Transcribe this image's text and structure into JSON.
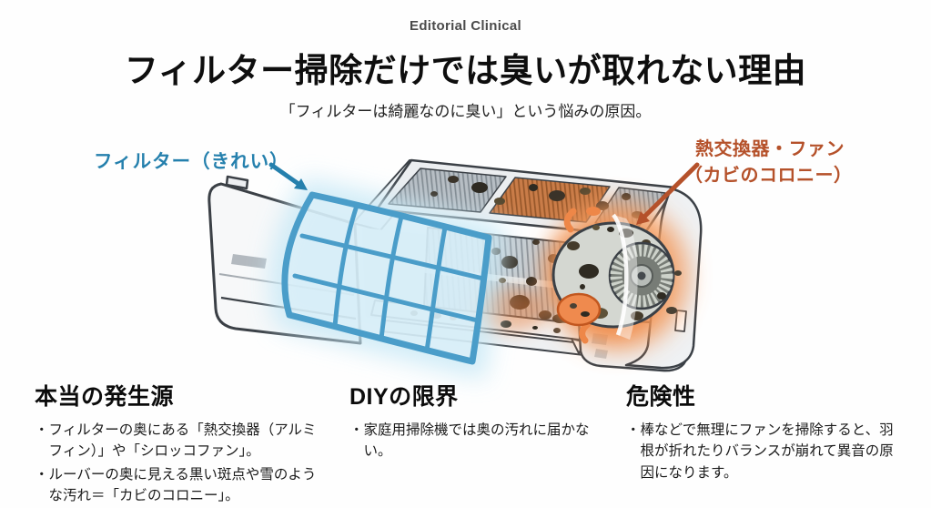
{
  "header": {
    "eyebrow": "Editorial Clinical",
    "title": "フィルター掃除だけでは臭いが取れない理由",
    "subtitle": "「フィルターは綺麗なのに臭い」という悩みの原因。"
  },
  "diagram": {
    "filter_label": "フィルター（きれい）",
    "exchanger_label_line1": "熱交換器・ファン",
    "exchanger_label_line2": "（カビのコロニー）",
    "colors": {
      "filter_label_blue": "#2580ad",
      "filter_frame_blue": "#4a9dc9",
      "filter_glow_cyan": "#c9e9f6",
      "exchanger_label_orange": "#b5512a",
      "mold_glow_orange": "#f08a4d",
      "body_outline": "#3b4046"
    }
  },
  "sections": [
    {
      "heading": "本当の発生源",
      "bullets": [
        "・フィルターの奥にある「熱交換器（アルミフィン）」や「シロッコファン」。",
        "・ルーバーの奥に見える黒い斑点や雪のような汚れ＝「カビのコロニー」。"
      ]
    },
    {
      "heading": "DIYの限界",
      "bullets": [
        "・家庭用掃除機では奥の汚れに届かない。"
      ]
    },
    {
      "heading": "危険性",
      "bullets": [
        "・棒などで無理にファンを掃除すると、羽根が折れたりバランスが崩れて異音の原因になります。"
      ]
    }
  ]
}
